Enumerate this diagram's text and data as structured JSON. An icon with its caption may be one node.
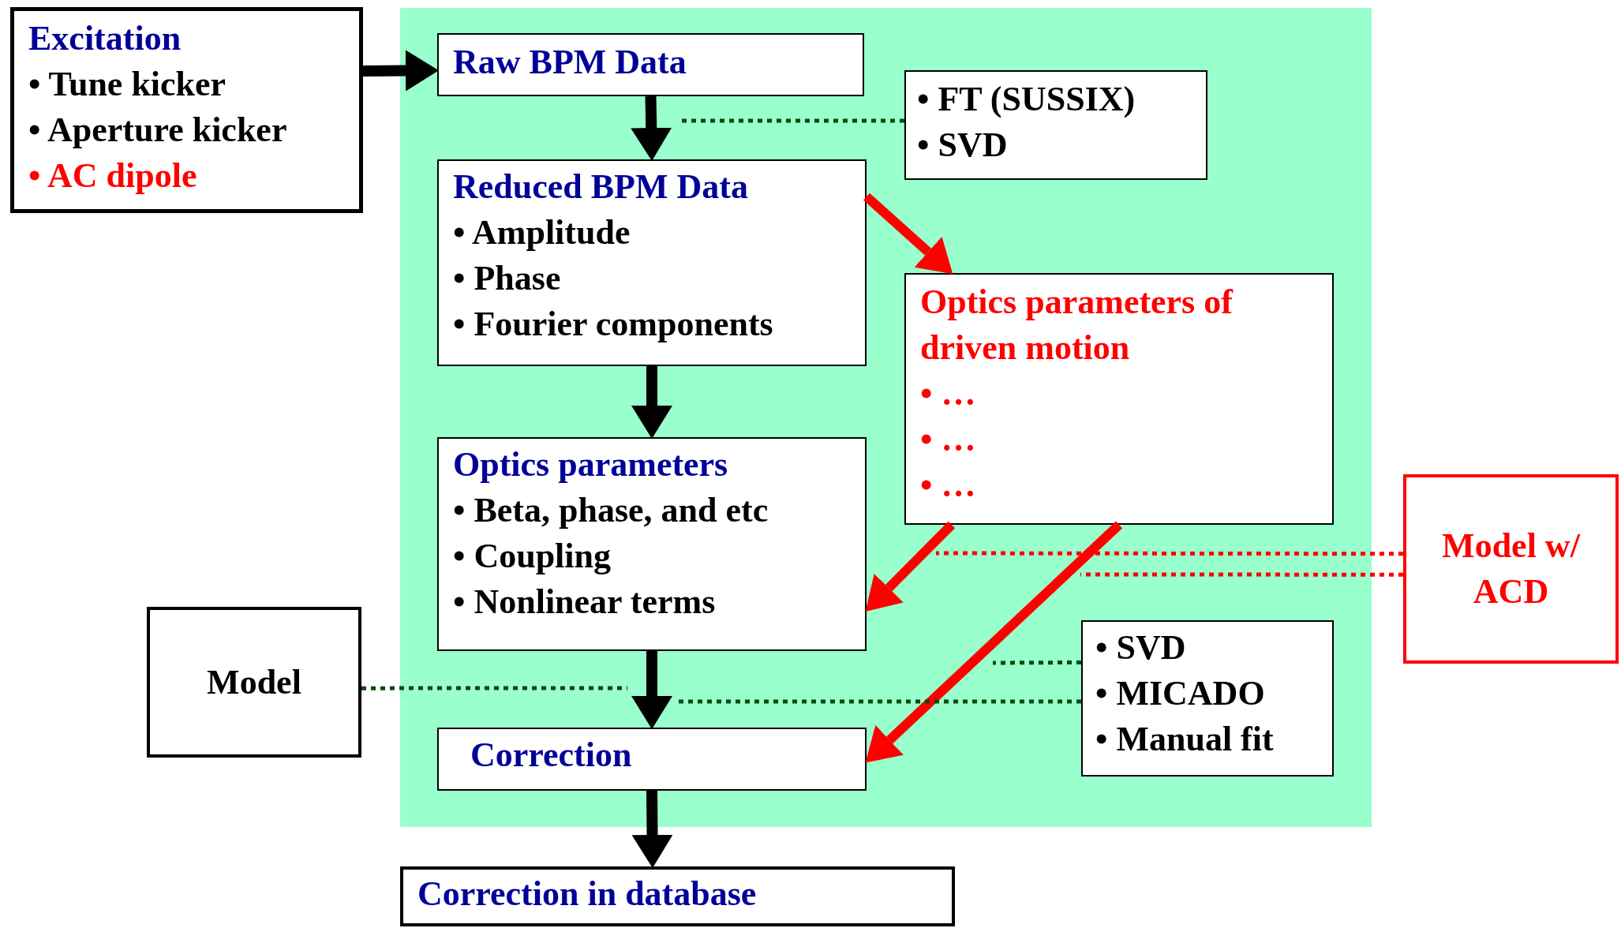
{
  "diagram": {
    "nodes": [
      {
        "text": [
          "Excitation",
          "• Tune kicker",
          "• Aperture kicker",
          "• AC dipole"
        ]
      },
      {
        "text": [],
        "shape": "box"
      },
      {
        "text": [
          "Raw BPM Data"
        ],
        "in": 1
      },
      {
        "text": [
          "• FT (SUSSIX)",
          "• SVD"
        ],
        "in": 1
      },
      {
        "text": [
          "Reduced BPM Data",
          "• Amplitude",
          "• Phase",
          "• Fourier components"
        ],
        "in": 1
      },
      {
        "text": [
          "Optics parameters of driven motion",
          "• …",
          "• …",
          "• …"
        ],
        "in": 1
      },
      {
        "text": [
          "Optics parameters",
          "• Beta, phase, and etc",
          "• Coupling",
          "• Nonlinear terms"
        ],
        "in": 1
      },
      {
        "text": [
          "Model"
        ]
      },
      {
        "text": [
          "• SVD",
          "• MICADO",
          "• Manual fit"
        ],
        "in": 1
      },
      {
        "text": [
          "Model w/ ACD"
        ]
      },
      {
        "text": [
          "Correction"
        ],
        "in": 1
      },
      {
        "text": [
          "Correction in database"
        ]
      }
    ],
    "edges": [
      {
        "from": 0,
        "to": 2,
        "arrow": "to"
      },
      {
        "from": 2,
        "to": 4,
        "arrow": "to"
      },
      {
        "from": 4,
        "to": 6,
        "arrow": "to"
      },
      {
        "from": 6,
        "to": 10,
        "arrow": "to"
      },
      {
        "from": 10,
        "to": 11,
        "arrow": "to"
      },
      {
        "from": 4,
        "to": 5,
        "arrow": "to",
        "color": "#ff0000"
      },
      {
        "from": 5,
        "to": 6,
        "arrow": "to",
        "color": "#ff0000"
      },
      {
        "from": 5,
        "to": 10,
        "arrow": "to",
        "color": "#ff0000"
      },
      {
        "from": 3,
        "to": null,
        "arrow": "none",
        "style": "dashed",
        "color": "#0b4a0b"
      },
      {
        "from": 7,
        "to": null,
        "arrow": "none",
        "style": "dashed",
        "color": "#0b4a0b"
      },
      {
        "from": 8,
        "to": null,
        "arrow": "none",
        "style": "dashed",
        "color": "#0b4a0b"
      },
      {
        "from": 8,
        "to": null,
        "arrow": "none",
        "style": "dashed",
        "color": "#0b4a0b"
      },
      {
        "from": 9,
        "to": null,
        "arrow": "none",
        "style": "dashed",
        "color": "#ff0000"
      },
      {
        "from": 9,
        "to": null,
        "arrow": "none",
        "style": "dashed",
        "color": "#ff0000"
      }
    ]
  }
}
